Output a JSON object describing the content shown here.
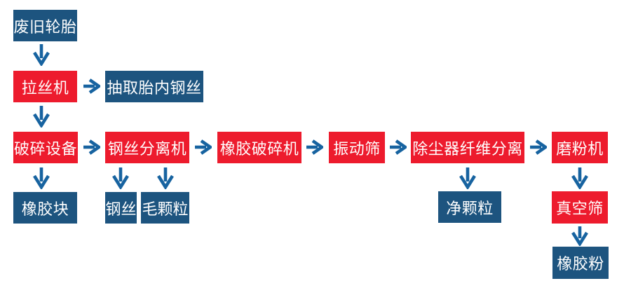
{
  "diagram": {
    "kind": "process-flowchart",
    "language": "zh-CN"
  },
  "colors": {
    "process_box": "#ED1B2D",
    "output_box": "#1D547F",
    "arrow": "#1763A0",
    "box_text": "#FFFFFF",
    "background": "#FFFFFF"
  },
  "nodes": {
    "waste_tire": {
      "label": "废旧轮胎",
      "type": "output"
    },
    "wire_drawing_machine": {
      "label": "拉丝机",
      "type": "process"
    },
    "extract_tire_steel_wire": {
      "label": "抽取胎内钢丝",
      "type": "output"
    },
    "crushing_equipment": {
      "label": "破碎设备",
      "type": "process"
    },
    "steel_wire_separator": {
      "label": "钢丝分离机",
      "type": "process"
    },
    "rubber_crusher": {
      "label": "橡胶破碎机",
      "type": "process"
    },
    "vibrating_screen": {
      "label": "振动筛",
      "type": "process"
    },
    "dust_collector_fiber_separation": {
      "label": "除尘器纤维分离",
      "type": "process"
    },
    "grinding_machine": {
      "label": "磨粉机",
      "type": "process"
    },
    "rubber_block": {
      "label": "橡胶块",
      "type": "output"
    },
    "steel_wire": {
      "label": "钢丝",
      "type": "output"
    },
    "rough_granules": {
      "label": "毛颗粒",
      "type": "output"
    },
    "clean_granules": {
      "label": "净颗粒",
      "type": "output"
    },
    "vacuum_screen": {
      "label": "真空筛",
      "type": "process"
    },
    "rubber_powder": {
      "label": "橡胶粉",
      "type": "output"
    }
  },
  "edges": [
    {
      "from": "waste_tire",
      "to": "wire_drawing_machine",
      "direction": "down"
    },
    {
      "from": "wire_drawing_machine",
      "to": "extract_tire_steel_wire",
      "direction": "right"
    },
    {
      "from": "wire_drawing_machine",
      "to": "crushing_equipment",
      "direction": "down"
    },
    {
      "from": "crushing_equipment",
      "to": "steel_wire_separator",
      "direction": "right"
    },
    {
      "from": "steel_wire_separator",
      "to": "rubber_crusher",
      "direction": "right"
    },
    {
      "from": "rubber_crusher",
      "to": "vibrating_screen",
      "direction": "right"
    },
    {
      "from": "vibrating_screen",
      "to": "dust_collector_fiber_separation",
      "direction": "right"
    },
    {
      "from": "dust_collector_fiber_separation",
      "to": "grinding_machine",
      "direction": "right"
    },
    {
      "from": "crushing_equipment",
      "to": "rubber_block",
      "direction": "down"
    },
    {
      "from": "steel_wire_separator",
      "to": "steel_wire",
      "direction": "down"
    },
    {
      "from": "steel_wire_separator",
      "to": "rough_granules",
      "direction": "down"
    },
    {
      "from": "dust_collector_fiber_separation",
      "to": "clean_granules",
      "direction": "down"
    },
    {
      "from": "grinding_machine",
      "to": "vacuum_screen",
      "direction": "down"
    },
    {
      "from": "vacuum_screen",
      "to": "rubber_powder",
      "direction": "down"
    }
  ]
}
